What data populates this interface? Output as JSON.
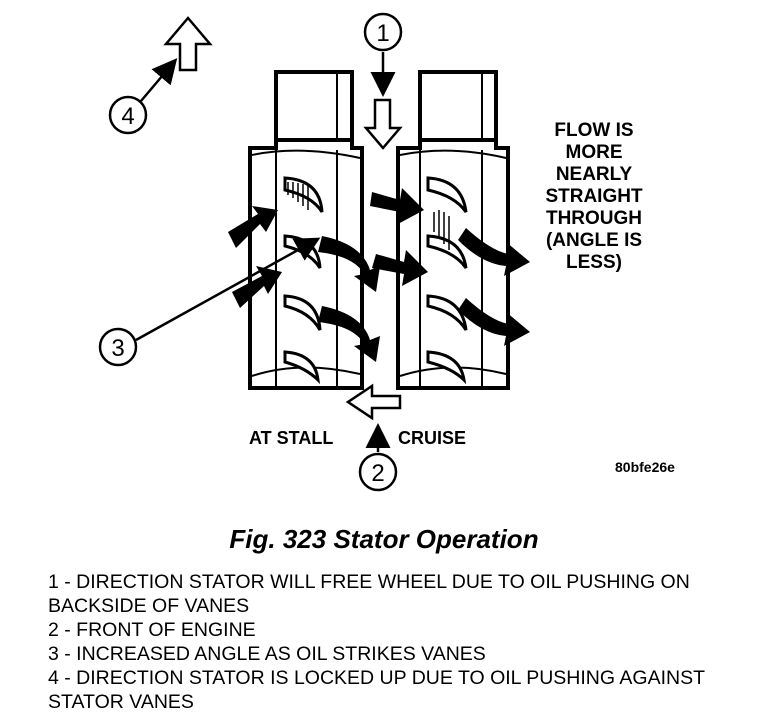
{
  "diagram": {
    "callouts": {
      "one": "1",
      "two": "2",
      "three": "3",
      "four": "4"
    },
    "note_lines": [
      "FLOW IS",
      "MORE",
      "NEARLY",
      "STRAIGHT",
      "THROUGH",
      "(ANGLE IS",
      "LESS)"
    ],
    "label_stall": "AT STALL",
    "label_cruise": "CRUISE",
    "image_code": "80bfe26e"
  },
  "caption": "Fig. 323 Stator Operation",
  "legend": [
    "1 - DIRECTION STATOR WILL FREE WHEEL DUE TO OIL PUSHING ON BACKSIDE OF VANES",
    "2 - FRONT OF ENGINE",
    "3 - INCREASED ANGLE AS OIL STRIKES VANES",
    "4 - DIRECTION STATOR IS LOCKED UP DUE TO OIL PUSHING AGAINST STATOR VANES"
  ]
}
